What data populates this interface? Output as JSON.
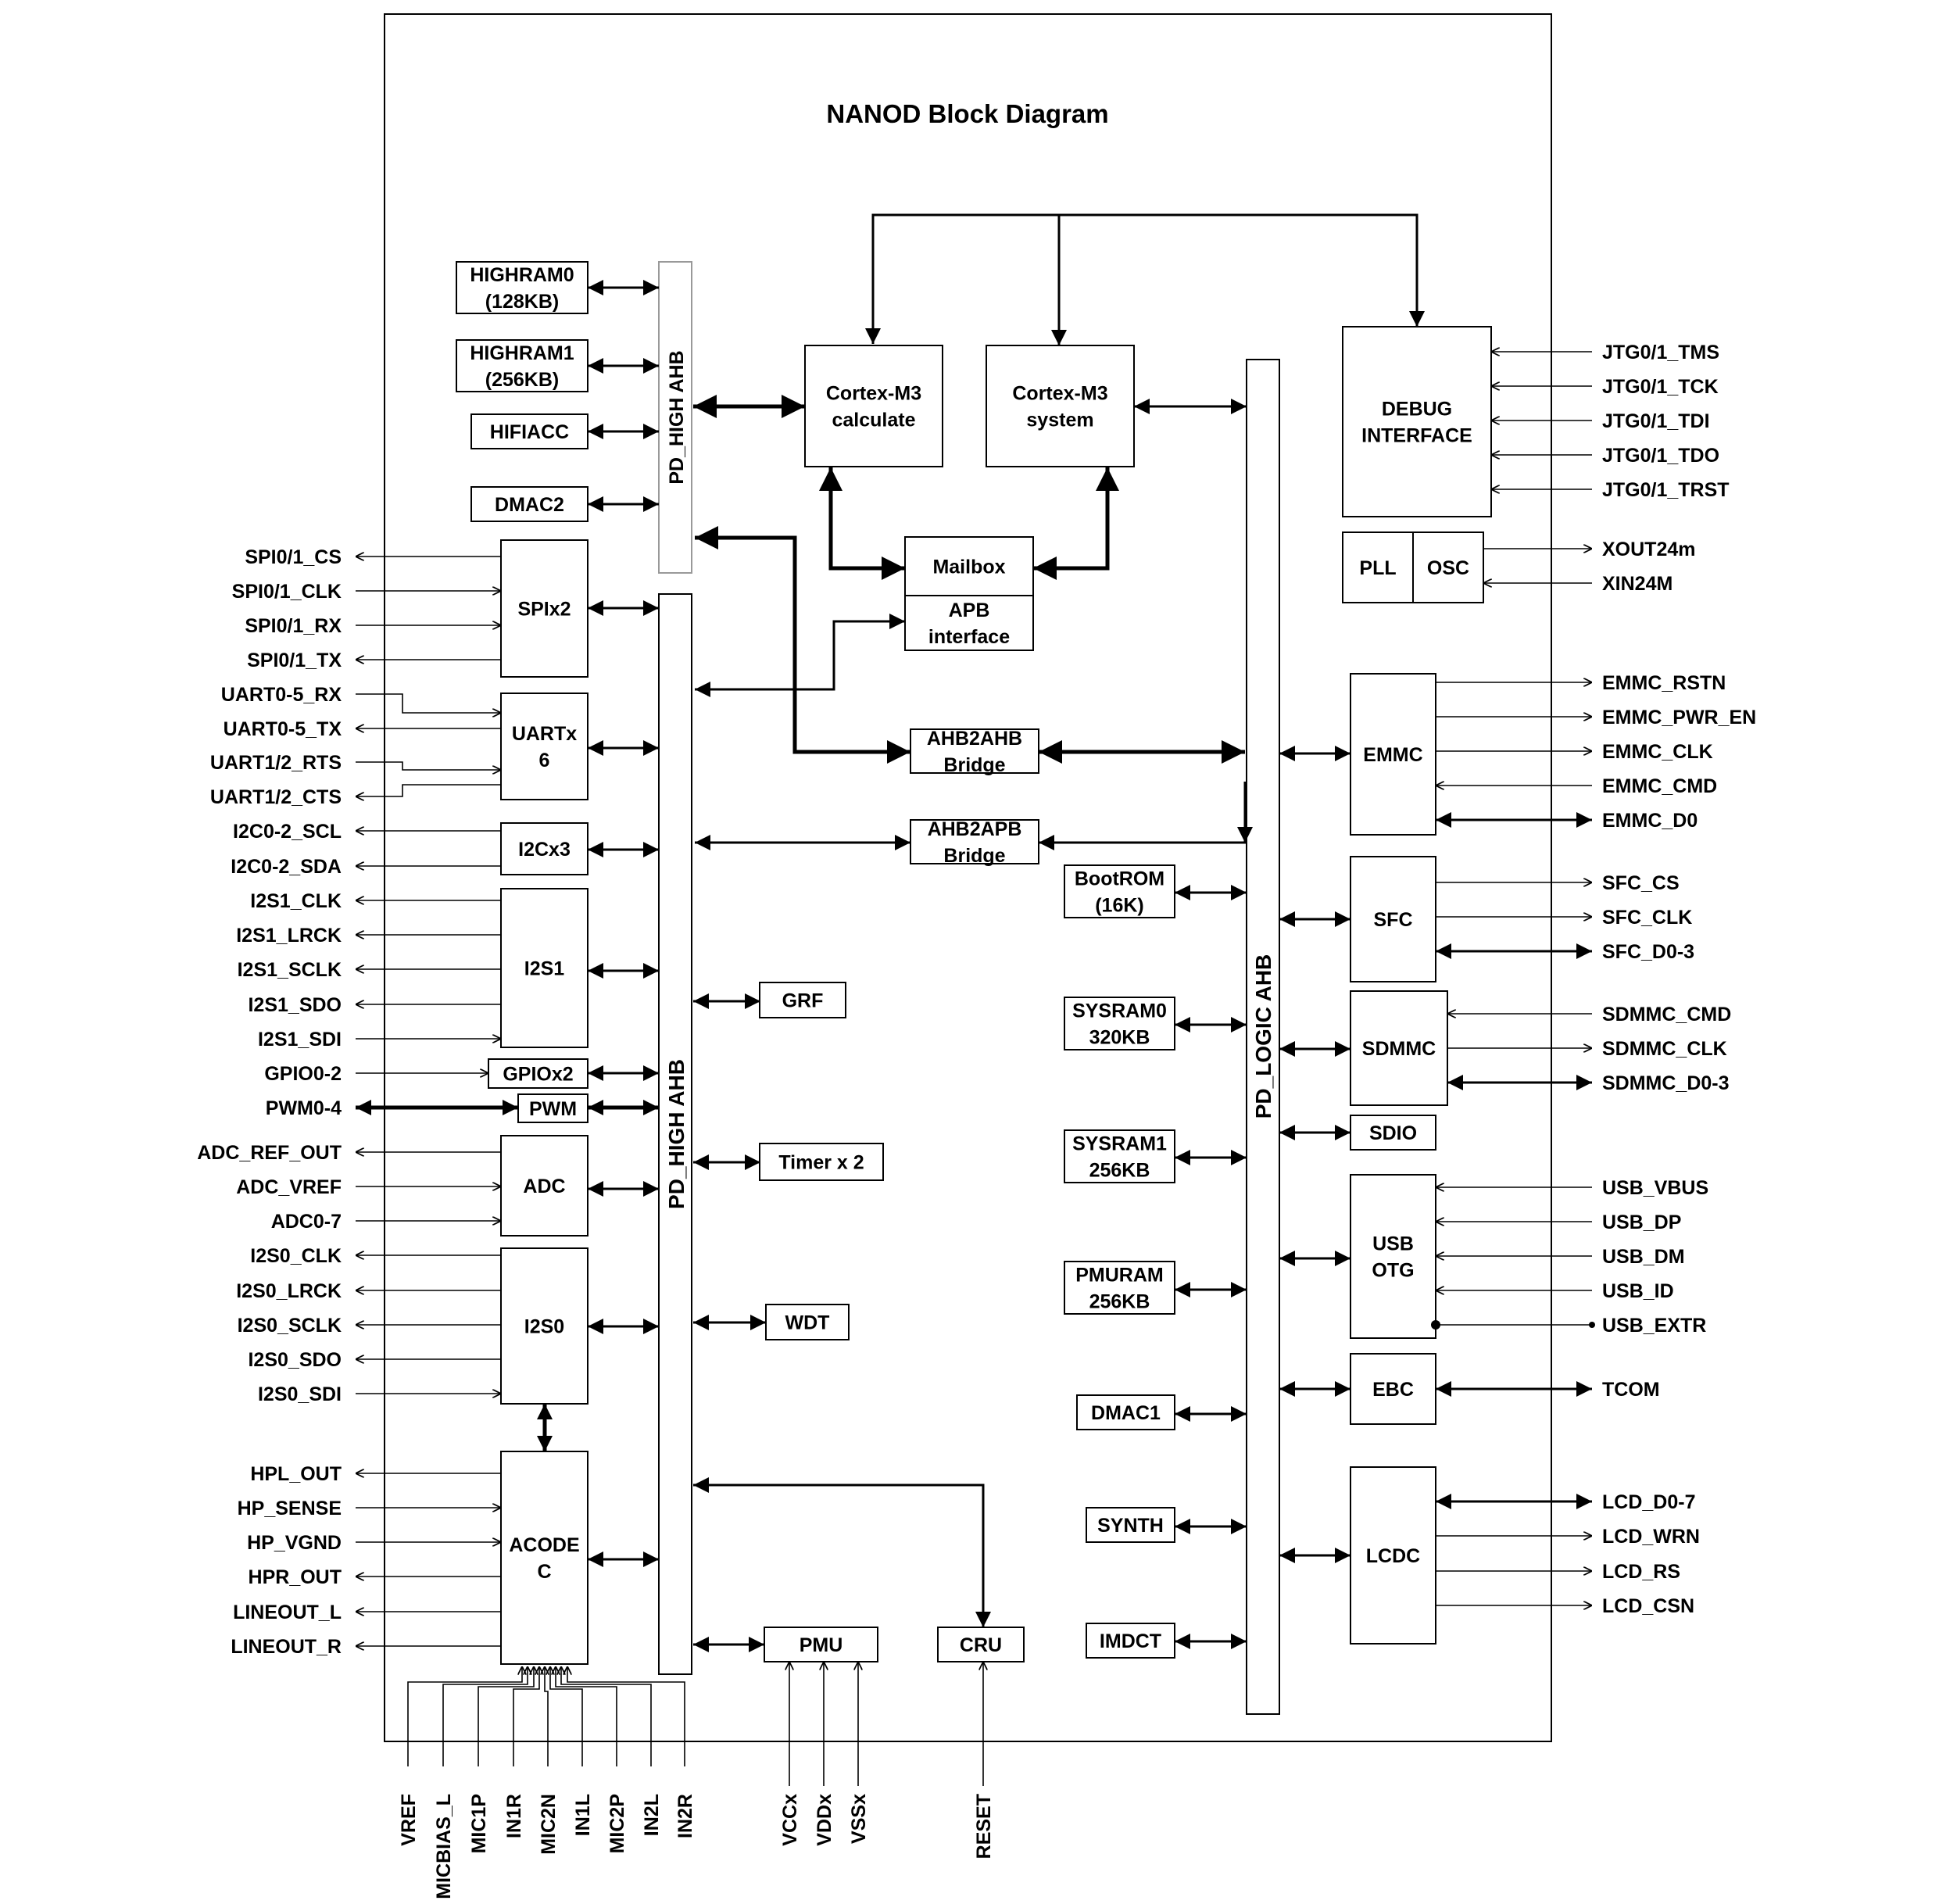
{
  "title": "NANOD Block Diagram",
  "buses": {
    "pd_high_ahb_top": "PD_HIGH AHB",
    "pd_high_ahb_main": "PD_HIGH AHB",
    "pd_logic_ahb": "PD_LOGIC AHB"
  },
  "blocks": {
    "highram0": [
      "HIGHRAM0",
      "(128KB)"
    ],
    "highram1": [
      "HIGHRAM1",
      "(256KB)"
    ],
    "hifiacc": [
      "HIFIACC"
    ],
    "dmac2": [
      "DMAC2"
    ],
    "cortex_calc": [
      "Cortex-M3",
      "calculate"
    ],
    "cortex_sys": [
      "Cortex-M3",
      "system"
    ],
    "mailbox": [
      "Mailbox"
    ],
    "apb_interface": [
      "APB",
      "interface"
    ],
    "debug": [
      "DEBUG",
      "INTERFACE"
    ],
    "pll": [
      "PLL"
    ],
    "osc": [
      "OSC"
    ],
    "spi": [
      "SPIx2"
    ],
    "uart": [
      "UARTx",
      "6"
    ],
    "i2c": [
      "I2Cx3"
    ],
    "i2s1": [
      "I2S1"
    ],
    "gpio": [
      "GPIOx2"
    ],
    "pwm": [
      "PWM"
    ],
    "adc": [
      "ADC"
    ],
    "i2s0": [
      "I2S0"
    ],
    "acodec": [
      "ACODE",
      "C"
    ],
    "ahb2ahb": [
      "AHB2AHB",
      "Bridge"
    ],
    "ahb2apb": [
      "AHB2APB",
      "Bridge"
    ],
    "grf": [
      "GRF"
    ],
    "timer": [
      "Timer x 2"
    ],
    "wdt": [
      "WDT"
    ],
    "pmu": [
      "PMU"
    ],
    "cru": [
      "CRU"
    ],
    "bootrom": [
      "BootROM",
      "(16K)"
    ],
    "sysram0": [
      "SYSRAM0",
      "320KB"
    ],
    "sysram1": [
      "SYSRAM1",
      "256KB"
    ],
    "pmuram": [
      "PMURAM",
      "256KB"
    ],
    "dmac1": [
      "DMAC1"
    ],
    "synth": [
      "SYNTH"
    ],
    "imdct": [
      "IMDCT"
    ],
    "emmc": [
      "EMMC"
    ],
    "sfc": [
      "SFC"
    ],
    "sdmmc": [
      "SDMMC"
    ],
    "sdio": [
      "SDIO"
    ],
    "usb": [
      "USB",
      "OTG"
    ],
    "ebc": [
      "EBC"
    ],
    "lcdc": [
      "LCDC"
    ]
  },
  "left_pins": [
    "SPI0/1_CS",
    "SPI0/1_CLK",
    "SPI0/1_RX",
    "SPI0/1_TX",
    "UART0-5_RX",
    "UART0-5_TX",
    "UART1/2_RTS",
    "UART1/2_CTS",
    "I2C0-2_SCL",
    "I2C0-2_SDA",
    "I2S1_CLK",
    "I2S1_LRCK",
    "I2S1_SCLK",
    "I2S1_SDO",
    "I2S1_SDI",
    "GPIO0-2",
    "PWM0-4",
    "ADC_REF_OUT",
    "ADC_VREF",
    "ADC0-7",
    "I2S0_CLK",
    "I2S0_LRCK",
    "I2S0_SCLK",
    "I2S0_SDO",
    "I2S0_SDI",
    "HPL_OUT",
    "HP_SENSE",
    "HP_VGND",
    "HPR_OUT",
    "LINEOUT_L",
    "LINEOUT_R"
  ],
  "right_pins": [
    "JTG0/1_TMS",
    "JTG0/1_TCK",
    "JTG0/1_TDI",
    "JTG0/1_TDO",
    "JTG0/1_TRST",
    "XOUT24m",
    "XIN24M",
    "EMMC_RSTN",
    "EMMC_PWR_EN",
    "EMMC_CLK",
    "EMMC_CMD",
    "EMMC_D0",
    "SFC_CS",
    "SFC_CLK",
    "SFC_D0-3",
    "SDMMC_CMD",
    "SDMMC_CLK",
    "SDMMC_D0-3",
    "USB_VBUS",
    "USB_DP",
    "USB_DM",
    "USB_ID",
    "USB_EXTR",
    "TCOM",
    "LCD_D0-7",
    "LCD_WRN",
    "LCD_RS",
    "LCD_CSN"
  ],
  "bottom_pins": [
    "VREF",
    "MICBIAS_L",
    "MIC1P",
    "IN1R",
    "MIC2N",
    "IN1L",
    "MIC2P",
    "IN2L",
    "IN2R",
    "VCCx",
    "VDDx",
    "VSSx",
    "RESET"
  ]
}
